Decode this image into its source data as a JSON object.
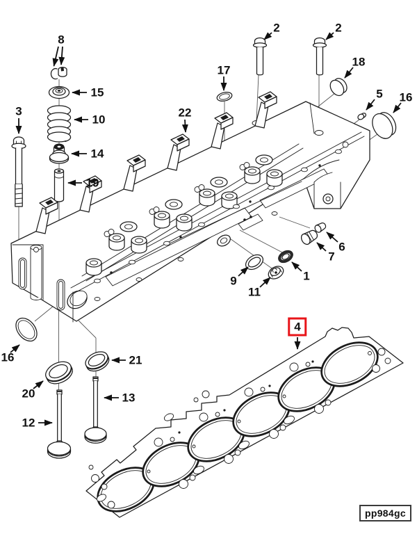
{
  "figure": {
    "background": "#ffffff",
    "line_color": "#1b1b1b",
    "phantom_line_color": "#555555",
    "highlight_color": "#e8151a",
    "part_code": "pp984gc"
  },
  "callouts": [
    {
      "label": "8"
    },
    {
      "label": "15"
    },
    {
      "label": "10"
    },
    {
      "label": "14"
    },
    {
      "label": "19"
    },
    {
      "label": "3"
    },
    {
      "label": "2"
    },
    {
      "label": "2"
    },
    {
      "label": "17"
    },
    {
      "label": "18"
    },
    {
      "label": "5"
    },
    {
      "label": "16"
    },
    {
      "label": "22"
    },
    {
      "label": "6"
    },
    {
      "label": "7"
    },
    {
      "label": "9"
    },
    {
      "label": "1"
    },
    {
      "label": "11"
    },
    {
      "label": "16"
    },
    {
      "label": "20"
    },
    {
      "label": "21"
    },
    {
      "label": "13"
    },
    {
      "label": "12"
    },
    {
      "label": "4",
      "highlighted": true
    }
  ]
}
